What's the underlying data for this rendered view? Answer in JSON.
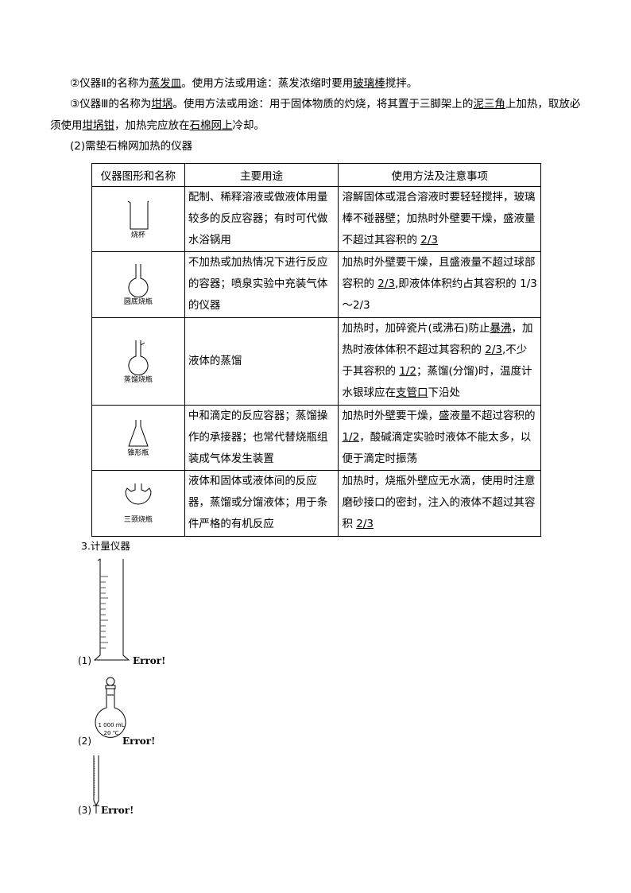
{
  "paragraphs": [
    [
      {
        "t": "②仪器Ⅱ的名称为"
      },
      {
        "t": "蒸发皿",
        "u": 1
      },
      {
        "t": "。使用方法或用途：蒸发浓缩时要用"
      },
      {
        "t": "玻璃棒",
        "u": 1
      },
      {
        "t": "搅拌。"
      }
    ],
    [
      {
        "t": "③仪器Ⅲ的名称为"
      },
      {
        "t": "坩埚",
        "u": 1
      },
      {
        "t": "。使用方法或用途：用于固体物质的灼烧，将其置于三脚架上的"
      },
      {
        "t": "泥三角",
        "u": 1
      },
      {
        "t": "上加热，取放必须使用"
      },
      {
        "t": "坩埚钳",
        "u": 1
      },
      {
        "t": "，加热完应放在"
      },
      {
        "t": "石棉网上",
        "u": 1
      },
      {
        "t": "冷却。"
      }
    ],
    [
      {
        "t": "(2)需垫石棉网加热的仪器"
      }
    ]
  ],
  "table": {
    "headers": [
      "仪器图形和名称",
      "主要用途",
      "使用方法及注意事项"
    ],
    "rows": [
      {
        "name": "烧杯",
        "use": [
          {
            "t": "配制、稀释溶液或做液体用量较多的反应容器；有时可代做水浴锅用"
          }
        ],
        "note": [
          {
            "t": "溶解固体或混合溶液时要轻轻搅拌，玻璃棒不碰器壁；加热时外壁要干燥，盛液量不超过其容积的 "
          },
          {
            "t": "2/3",
            "u": 1
          }
        ]
      },
      {
        "name": "圆底烧瓶",
        "use": [
          {
            "t": "不加热或加热情况下进行反应的容器；喷泉实验中充装气体的仪器"
          }
        ],
        "note": [
          {
            "t": "加热时外壁要干燥，且盛液量不超过球部容积的 "
          },
          {
            "t": "2/3",
            "u": 1
          },
          {
            "t": ",即液体体积约占其容积的 1/3～2/3"
          }
        ]
      },
      {
        "name": "蒸馏烧瓶",
        "use": [
          {
            "t": "液体的蒸馏"
          }
        ],
        "note": [
          {
            "t": "加热时，加碎瓷片(或沸石)防止"
          },
          {
            "t": "暴沸",
            "u": 1
          },
          {
            "t": "，加热时液体体积不超过其容积的 "
          },
          {
            "t": "2/3",
            "u": 1
          },
          {
            "t": ",不少于其容积的 "
          },
          {
            "t": "1/2",
            "u": 1
          },
          {
            "t": "；蒸馏(分馏)时，温度计水银球应在"
          },
          {
            "t": "支管口",
            "u": 1
          },
          {
            "t": "下沿处"
          }
        ]
      },
      {
        "name": "锥形瓶",
        "use": [
          {
            "t": "中和滴定的反应容器；蒸馏操作的承接器；也常代替烧瓶组装成气体发生装置"
          }
        ],
        "note": [
          {
            "t": "加热时外壁要干燥，盛液量不超过容积的 "
          },
          {
            "t": "1/2",
            "u": 1
          },
          {
            "t": "，酸碱滴定实验时液体不能太多，以便于滴定时振荡"
          }
        ]
      },
      {
        "name": "三颈烧瓶",
        "use": [
          {
            "t": "液体和固体或液体间的反应器，蒸馏或分馏液体；用于条件严格的有机反应"
          }
        ],
        "note": [
          {
            "t": "加热时，烧瓶外壁应无水滴，使用时注意磨砂接口的密封，注入的液体不超过其容积 "
          },
          {
            "t": "2/3",
            "u": 1
          }
        ]
      }
    ]
  },
  "section3": {
    "title": "3.计量仪器",
    "items": [
      {
        "num": "(1)",
        "label": "Error!"
      },
      {
        "num": "(2)",
        "label": "Error!",
        "flask_text1": "1 000 mL",
        "flask_text2": "20 ℃"
      },
      {
        "num": "(3)",
        "label": "Error!"
      }
    ]
  }
}
